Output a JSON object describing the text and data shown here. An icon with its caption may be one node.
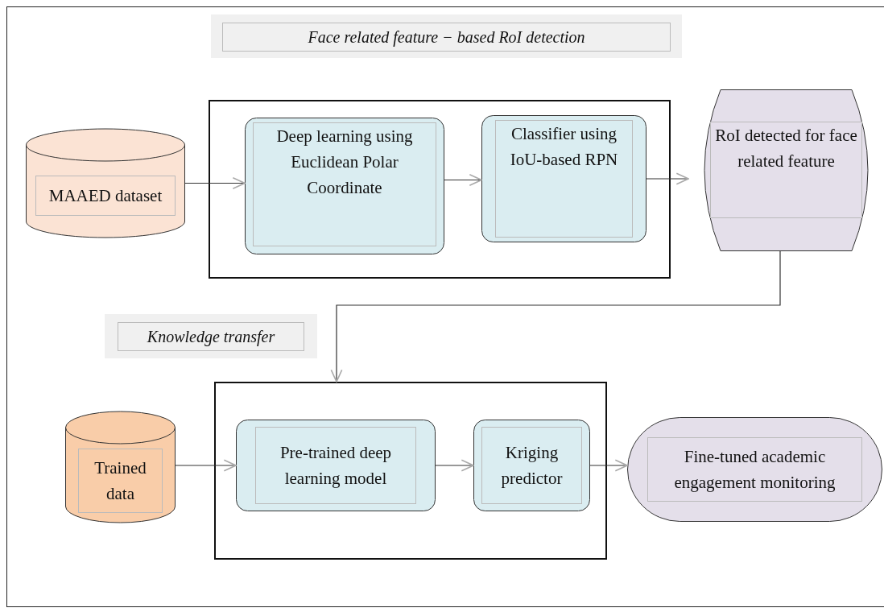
{
  "diagram": {
    "nodes": [
      {
        "text": [
          "Face related feature − based RoI detection"
        ]
      },
      {
        "text": [
          "MAAED dataset"
        ]
      },
      {
        "text": [],
        "shape": "box"
      },
      {
        "text": [
          "Deep learning using Euclidean Polar Coordinate"
        ],
        "in": 2
      },
      {
        "text": [
          "Classifier using IoU-based RPN"
        ],
        "in": 2
      },
      {
        "text": [
          "RoI detected for face related feature"
        ]
      },
      {
        "text": [
          "Knowledge transfer"
        ]
      },
      {
        "text": [
          "Trained data"
        ]
      },
      {
        "text": [],
        "shape": "box"
      },
      {
        "text": [
          "Pre-trained deep learning model"
        ],
        "in": 8
      },
      {
        "text": [
          "Kriging predictor"
        ],
        "in": 8
      },
      {
        "text": [
          "Fine-tuned academic engagement monitoring"
        ]
      }
    ],
    "edges": [
      {
        "from": 1,
        "to": 3,
        "arrow": "to"
      },
      {
        "from": 3,
        "to": 4,
        "arrow": "to"
      },
      {
        "from": 4,
        "to": 5,
        "arrow": "to"
      },
      {
        "from": 5,
        "to": 8,
        "arrow": "to"
      },
      {
        "from": 7,
        "to": 9,
        "arrow": "to"
      },
      {
        "from": 9,
        "to": 10,
        "arrow": "to"
      },
      {
        "from": 10,
        "to": 11,
        "arrow": "to"
      }
    ]
  }
}
